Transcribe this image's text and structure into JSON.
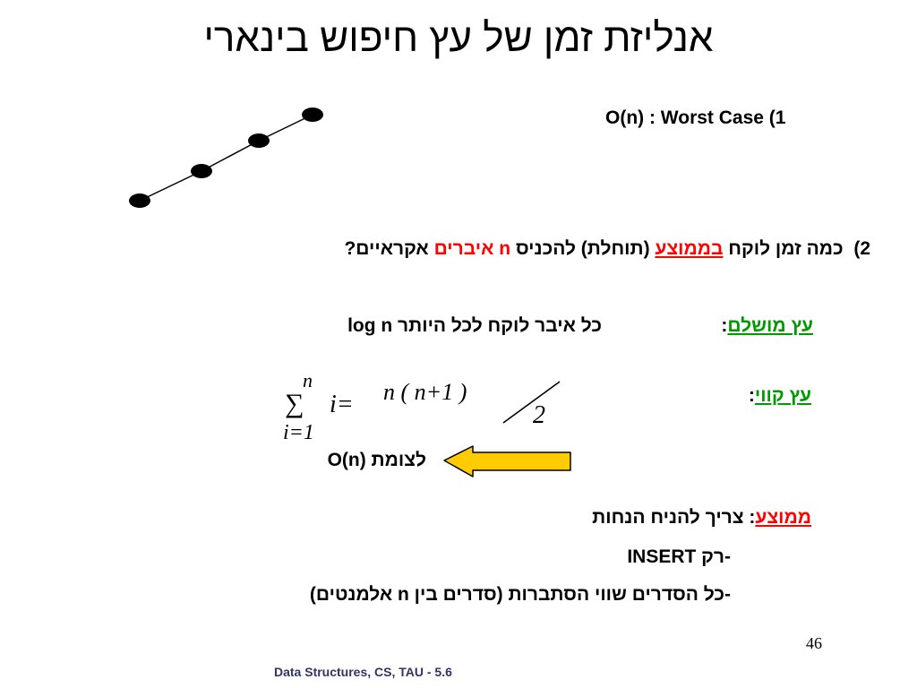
{
  "title": "אנליזת זמן של עץ חיפוש בינארי",
  "worst_case": "O(n)  : Worst Case (1",
  "question": {
    "number": "2)",
    "part1": "כמה זמן לוקח",
    "average_word": "בממוצע",
    "part2": "(תוחלת) להכניס",
    "n_elements": "n איברים",
    "part3": "אקראיים?"
  },
  "full_tree": {
    "label": "עץ מושלם",
    "colon": ":",
    "text": "כל איבר לוקח לכל היותר log n"
  },
  "linear_tree": {
    "label": "עץ קווי",
    "colon": ":"
  },
  "formula": {
    "sum_top": "n",
    "sum_symbol": "∑",
    "sum_bottom": "i=1",
    "term": "i=",
    "numerator": "n ( n+1 )",
    "denominator": "2"
  },
  "chain_text": "O(n) לצומת",
  "average": {
    "label": "ממוצע",
    "colon": ":",
    "text": "צריך להניח הנחות",
    "insert_line": "-רק  INSERT",
    "orders_line": "-כל הסדרים שווי הסתברות   (סדרים בין n אלמנטים)"
  },
  "page_number": "46",
  "footer": "Data Structures, CS, TAU - 5.6",
  "colors": {
    "red": "#ff0000",
    "green": "#009900",
    "arrow_fill": "#ffcc00",
    "footer": "#333366"
  }
}
